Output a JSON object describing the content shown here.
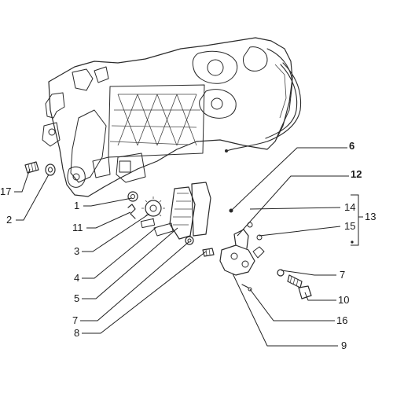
{
  "diagram": {
    "callouts": [
      {
        "id": "c6",
        "text": "6"
      },
      {
        "id": "c12",
        "text": "12"
      },
      {
        "id": "c14",
        "text": "14"
      },
      {
        "id": "c13",
        "text": "13"
      },
      {
        "id": "c15",
        "text": "15"
      },
      {
        "id": "c17",
        "text": "17"
      },
      {
        "id": "c2",
        "text": "2"
      },
      {
        "id": "c1",
        "text": "1"
      },
      {
        "id": "c11",
        "text": "11"
      },
      {
        "id": "c3",
        "text": "3"
      },
      {
        "id": "c4",
        "text": "4"
      },
      {
        "id": "c5",
        "text": "5"
      },
      {
        "id": "c7a",
        "text": "7"
      },
      {
        "id": "c7b",
        "text": "7"
      },
      {
        "id": "c8",
        "text": "8"
      },
      {
        "id": "c10",
        "text": "10"
      },
      {
        "id": "c16",
        "text": "16"
      },
      {
        "id": "c9",
        "text": "9"
      }
    ]
  }
}
